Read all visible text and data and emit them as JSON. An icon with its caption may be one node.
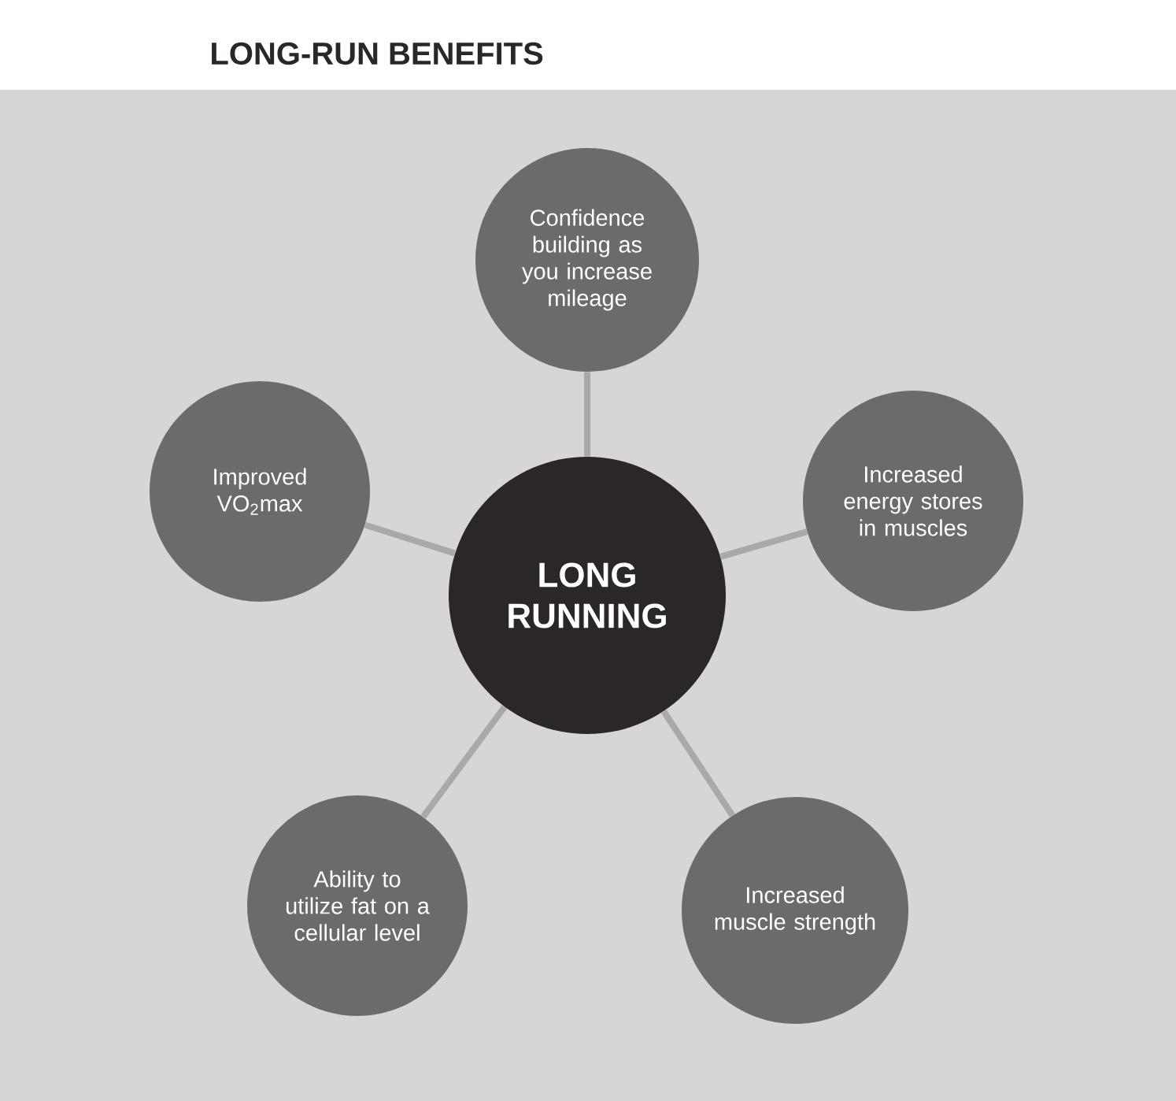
{
  "diagram": {
    "title": "LONG-RUN BENEFITS",
    "nodes": [
      {
        "text": [
          "Confidence building as you increase mileage"
        ]
      },
      {
        "text": [
          "Improved VO$_{2}$max"
        ]
      },
      {
        "text": [
          "Increased energy stores in muscles"
        ]
      },
      {
        "text": [
          "LONG RUNNING"
        ]
      },
      {
        "text": [
          "Ability to utilize fat on a cellular level"
        ]
      },
      {
        "text": [
          "Increased muscle strength"
        ]
      }
    ],
    "edges": [
      {
        "from": 3,
        "to": 0,
        "arrow": "none"
      },
      {
        "from": 3,
        "to": 1,
        "arrow": "none"
      },
      {
        "from": 3,
        "to": 2,
        "arrow": "none"
      },
      {
        "from": 3,
        "to": 4,
        "arrow": "none"
      },
      {
        "from": 3,
        "to": 5,
        "arrow": "none"
      }
    ]
  }
}
